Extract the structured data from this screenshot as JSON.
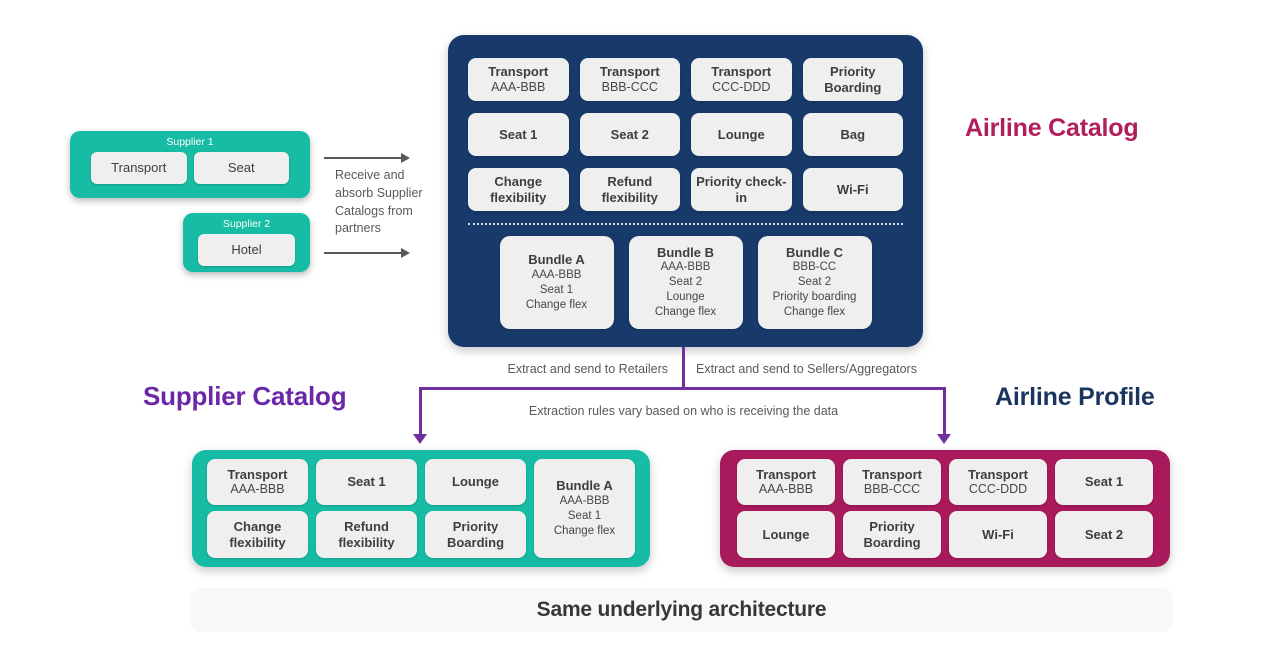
{
  "titles": {
    "airline_catalog": "Airline Catalog",
    "supplier_catalog": "Supplier Catalog",
    "airline_profile": "Airline Profile",
    "banner": "Same underlying architecture"
  },
  "suppliers": [
    {
      "label": "Supplier 1",
      "items": [
        {
          "title": "Transport"
        },
        {
          "title": "Seat"
        }
      ]
    },
    {
      "label": "Supplier 2",
      "items": [
        {
          "title": "Hotel"
        }
      ]
    }
  ],
  "notes": {
    "receive": "Receive and absorb Supplier Catalogs from partners",
    "extract_left": "Extract and send to Retailers",
    "extract_right": "Extract and send to Sellers/Aggregators",
    "extract_rule": "Extraction rules vary based on who is receiving the data"
  },
  "airline_catalog": {
    "items": [
      {
        "title": "Transport",
        "sub": "AAA-BBB"
      },
      {
        "title": "Transport",
        "sub": "BBB-CCC"
      },
      {
        "title": "Transport",
        "sub": "CCC-DDD"
      },
      {
        "title": "Priority Boarding"
      },
      {
        "title": "Seat 1"
      },
      {
        "title": "Seat 2"
      },
      {
        "title": "Lounge"
      },
      {
        "title": "Bag"
      },
      {
        "title": "Change flexibility"
      },
      {
        "title": "Refund flexibility"
      },
      {
        "title": "Priority check-in"
      },
      {
        "title": "Wi-Fi"
      }
    ],
    "bundles": [
      {
        "title": "Bundle A",
        "lines": [
          "AAA-BBB",
          "Seat 1",
          "Change flex"
        ]
      },
      {
        "title": "Bundle B",
        "lines": [
          "AAA-BBB",
          "Seat 2",
          "Lounge",
          "Change flex"
        ]
      },
      {
        "title": "Bundle C",
        "lines": [
          "BBB-CC",
          "Seat 2",
          "Priority boarding",
          "Change flex"
        ]
      }
    ]
  },
  "supplier_catalog": {
    "items": [
      {
        "title": "Transport",
        "sub": "AAA-BBB"
      },
      {
        "title": "Seat 1"
      },
      {
        "title": "Lounge"
      },
      {
        "title": "Bundle A",
        "lines": [
          "AAA-BBB",
          "Seat 1",
          "Change flex"
        ],
        "span2": true
      },
      {
        "title": "Change flexibility"
      },
      {
        "title": "Refund flexibility"
      },
      {
        "title": "Priority Boarding"
      }
    ]
  },
  "airline_profile": {
    "items": [
      {
        "title": "Transport",
        "sub": "AAA-BBB"
      },
      {
        "title": "Transport",
        "sub": "BBB-CCC"
      },
      {
        "title": "Transport",
        "sub": "CCC-DDD"
      },
      {
        "title": "Seat 1"
      },
      {
        "title": "Lounge"
      },
      {
        "title": "Priority Boarding"
      },
      {
        "title": "Wi-Fi"
      },
      {
        "title": "Seat 2"
      }
    ]
  },
  "colors": {
    "teal": "#17BCA4",
    "navy": "#173A6B",
    "magenta": "#A91A5C",
    "purple_connector": "#6F2F9E",
    "title_crimson": "#B11E5C",
    "title_purple": "#6A28A8",
    "title_navy": "#1A365F",
    "gray_text": "#595959",
    "card_bg": "#EFEFEF"
  }
}
